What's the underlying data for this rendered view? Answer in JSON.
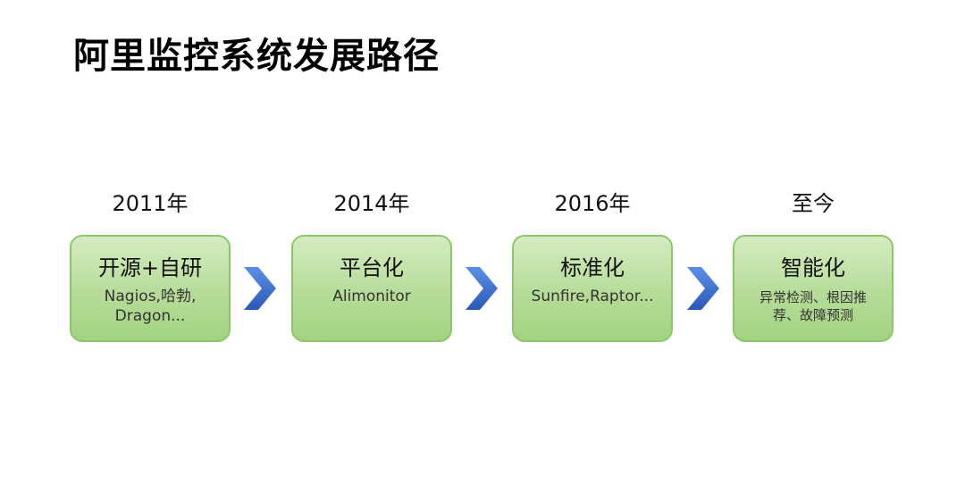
{
  "title": "阿里监控系统发展路径",
  "stages": [
    {
      "year": "2011年",
      "title": "开源+自研",
      "subtitle": "Nagios,哈勃,\nDragon..."
    },
    {
      "year": "2014年",
      "title": "平台化",
      "subtitle": "Alimonitor"
    },
    {
      "year": "2016年",
      "title": "标准化",
      "subtitle": "Sunfire,Raptor..."
    },
    {
      "year": "至今",
      "title": "智能化",
      "subtitle": "异常检测、根因推荐、故障预测"
    }
  ],
  "colors": {
    "box_fill_top": "#d5ecc2",
    "box_fill_bottom": "#a3d282",
    "box_border": "#8cc76a",
    "arrow": "#3f6fd0"
  },
  "icons": {
    "connector": "chevron-right-icon"
  }
}
